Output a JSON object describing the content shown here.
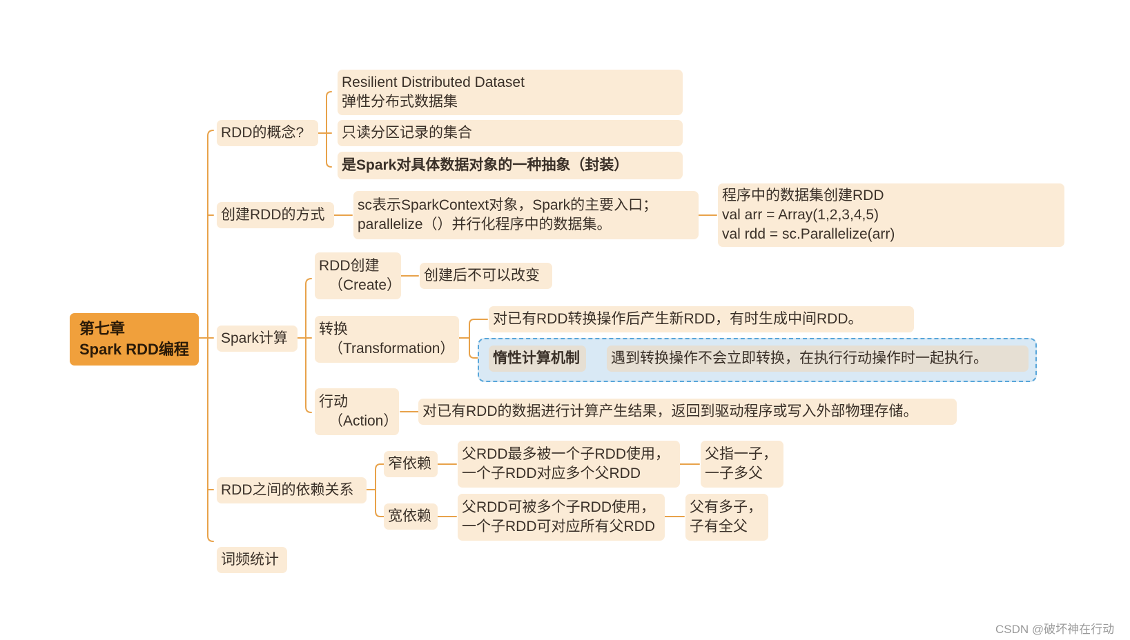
{
  "root": {
    "line1": "第七章",
    "line2": "Spark RDD编程"
  },
  "concept": {
    "label": "RDD的概念?",
    "def_line1": "Resilient Distributed Dataset",
    "def_line2": "弹性分布式数据集",
    "readonly": "只读分区记录的集合",
    "abstraction": "是Spark对具体数据对象的一种抽象（封装）"
  },
  "create": {
    "label": "创建RDD的方式",
    "sc_line1": "sc表示SparkContext对象，Spark的主要入口；",
    "sc_line2": "parallelize（）并行化程序中的数据集。",
    "code_line1": "程序中的数据集创建RDD",
    "code_line2": "val arr = Array(1,2,3,4,5)",
    "code_line3": "val rdd = sc.Parallelize(arr)"
  },
  "compute": {
    "label": "Spark计算",
    "create_line1": "RDD创建",
    "create_line2": "（Create）",
    "create_detail": "创建后不可以改变",
    "transform_line1": "转换",
    "transform_line2": "（Transformation）",
    "transform_detail": "对已有RDD转换操作后产生新RDD，有时生成中间RDD。",
    "lazy_label": "惰性计算机制",
    "lazy_detail": "遇到转换操作不会立即转换，在执行行动操作时一起执行。",
    "action_line1": "行动",
    "action_line2": "（Action）",
    "action_detail": "对已有RDD的数据进行计算产生结果，返回到驱动程序或写入外部物理存储。"
  },
  "dependency": {
    "label": "RDD之间的依赖关系",
    "narrow": "窄依赖",
    "narrow_line1": "父RDD最多被一个子RDD使用，",
    "narrow_line2": "一个子RDD对应多个父RDD",
    "narrow_sum1": "父指一子，",
    "narrow_sum2": "一子多父",
    "wide": "宽依赖",
    "wide_line1": "父RDD可被多个子RDD使用，",
    "wide_line2": "一个子RDD可对应所有父RDD",
    "wide_sum1": "父有多子，",
    "wide_sum2": "子有全父"
  },
  "wordcount": {
    "label": "词频统计"
  },
  "watermark": "CSDN @破坏神在行动",
  "colors": {
    "connector": "#e8a24a",
    "root_fill": "#f0a03c",
    "node_fill": "#fbebd6",
    "lazy_border": "#58a6da",
    "lazy_fill": "#d9e9f5"
  }
}
